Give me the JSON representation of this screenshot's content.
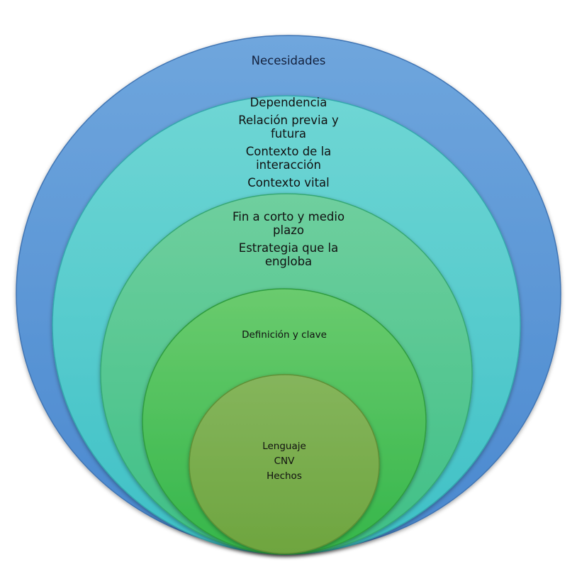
{
  "rings": [
    {
      "name": "ring-1",
      "colors": {
        "top": "#6fa6dd",
        "bottom": "#4a88cf",
        "edge": "#3f74b4"
      },
      "labels": [
        "Necesidades"
      ]
    },
    {
      "name": "ring-2",
      "colors": {
        "top": "#6fd6d4",
        "bottom": "#3ec0c6",
        "edge": "#36a7ad"
      },
      "labels": [
        "Dependencia",
        "Relación previa y futura",
        "Contexto de la interacción",
        "Contexto vital"
      ]
    },
    {
      "name": "ring-3",
      "colors": {
        "top": "#6fcf9e",
        "bottom": "#3ebf86",
        "edge": "#36a874"
      },
      "labels": [
        "Fin a corto y medio plazo",
        "Estrategia que la engloba"
      ]
    },
    {
      "name": "ring-4",
      "colors": {
        "top": "#6acb6e",
        "bottom": "#35b64a",
        "edge": "#2f9d40"
      },
      "labels": [
        "Definición y clave"
      ]
    },
    {
      "name": "ring-5",
      "colors": {
        "top": "#85b55c",
        "bottom": "#6ea53f",
        "edge": "#5e8f35"
      },
      "labels": [
        "Lenguaje",
        "CNV",
        "Hechos"
      ]
    }
  ]
}
